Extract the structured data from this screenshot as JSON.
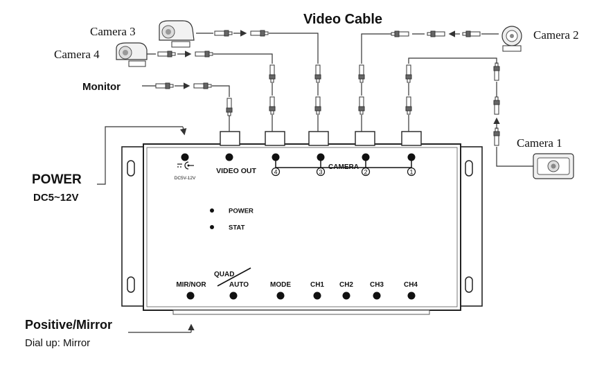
{
  "title": "Video Cable",
  "cameras": {
    "cam1": "Camera 1",
    "cam2": "Camera 2",
    "cam3": "Camera 3",
    "cam4": "Camera 4"
  },
  "monitor": "Monitor",
  "power": {
    "title": "POWER",
    "voltage": "DC5~12V"
  },
  "positive_mirror": {
    "title": "Positive/Mirror",
    "note": "Dial up: Mirror"
  },
  "device": {
    "top_labels": {
      "dc_icon_caption": "DC5V-12V",
      "video_out": "VIDEO OUT",
      "camera": "CAMERA",
      "port_numbers": [
        "4",
        "3",
        "2",
        "1"
      ]
    },
    "leds": {
      "power": "POWER",
      "stat": "STAT"
    },
    "bottom_buttons": {
      "quad": "QUAD",
      "mir_nor": "MIR/NOR",
      "auto": "AUTO",
      "mode": "MODE",
      "ch1": "CH1",
      "ch2": "CH2",
      "ch3": "CH3",
      "ch4": "CH4"
    }
  }
}
